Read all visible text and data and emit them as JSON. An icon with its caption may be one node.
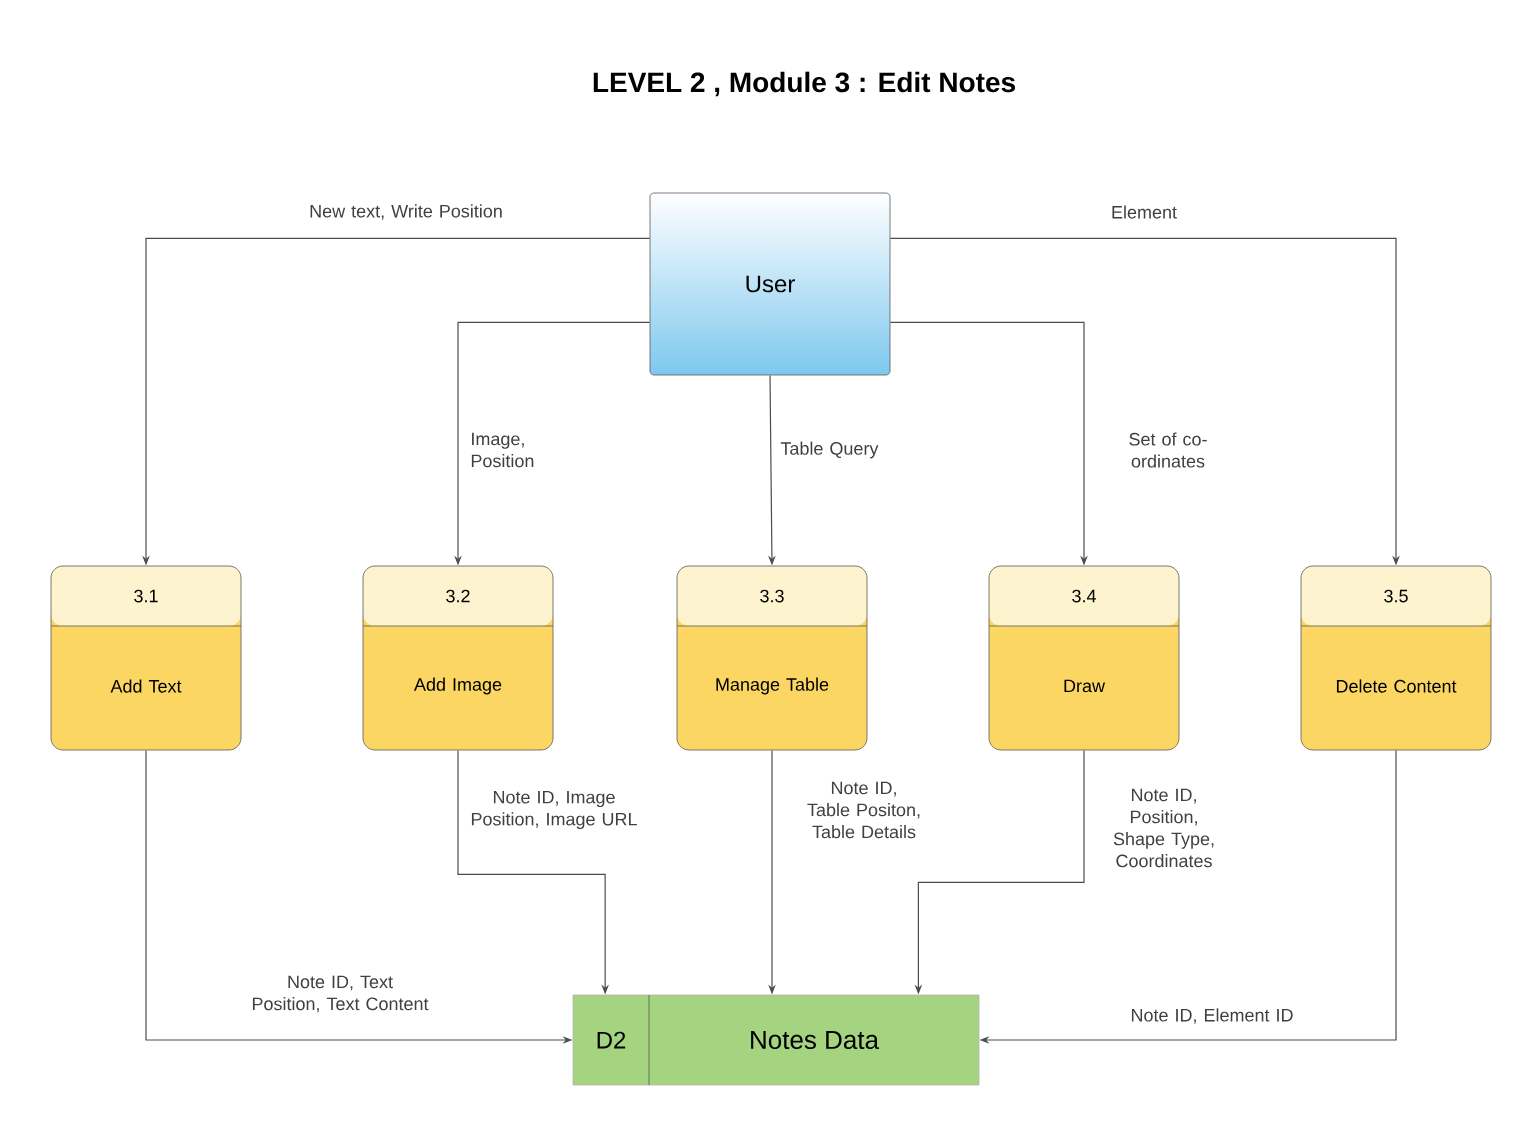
{
  "diagram": {
    "title": "LEVEL 2 , Module 3 : Edit Notes",
    "nodes": [
      {
        "text": [
          "User"
        ]
      },
      {
        "text": [
          "3.1",
          "Add Text"
        ]
      },
      {
        "text": [
          "3.2",
          "Add Image"
        ]
      },
      {
        "text": [
          "3.3",
          "Manage Table"
        ]
      },
      {
        "text": [
          "3.4",
          "Draw"
        ]
      },
      {
        "text": [
          "3.5",
          "Delete Content"
        ]
      },
      {
        "text": [
          "D2",
          "Notes Data"
        ]
      }
    ],
    "edges": [
      {
        "from": 0,
        "to": 1,
        "arrow": "to",
        "label": "New text, Write Position"
      },
      {
        "from": 0,
        "to": 2,
        "arrow": "to",
        "label": "Image, Position"
      },
      {
        "from": 0,
        "to": 3,
        "arrow": "to",
        "label": "Table Query"
      },
      {
        "from": 0,
        "to": 4,
        "arrow": "to",
        "label": "Set of co-ordinates"
      },
      {
        "from": 0,
        "to": 5,
        "arrow": "to",
        "label": "Element"
      },
      {
        "from": 1,
        "to": 6,
        "arrow": "to",
        "label": "Note ID, Text Position, Text Content"
      },
      {
        "from": 2,
        "to": 6,
        "arrow": "to",
        "label": "Note ID, Image Position, Image URL"
      },
      {
        "from": 3,
        "to": 6,
        "arrow": "to",
        "label": "Note ID, Table Positon, Table Details"
      },
      {
        "from": 4,
        "to": 6,
        "arrow": "to",
        "label": "Note ID, Position, Shape Type, Coordinates"
      },
      {
        "from": 5,
        "to": 6,
        "arrow": "to",
        "label": "Note ID, Element ID"
      }
    ]
  }
}
